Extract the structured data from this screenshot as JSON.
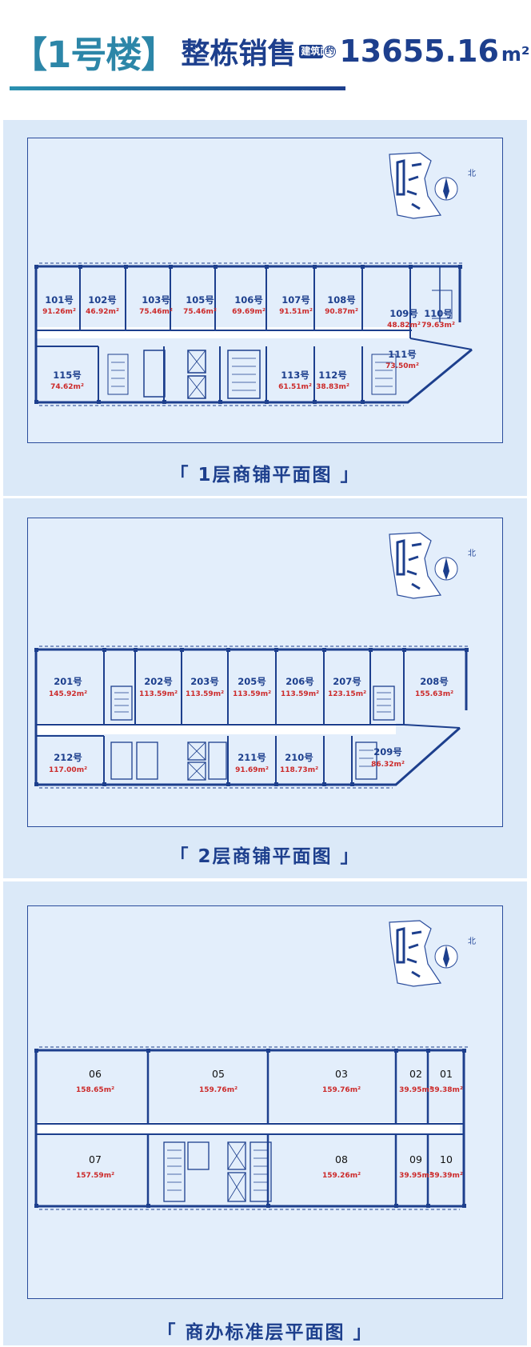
{
  "header": {
    "bracket_open": "【",
    "building": "1号楼",
    "bracket_close": "】",
    "sale_text": "整栋销售",
    "area_label": "建筑面积",
    "approx": "约",
    "area_value": "13655.16",
    "area_unit": "m²",
    "accent_color": "#2c86a8",
    "primary_color": "#1d3f8d"
  },
  "compass_label": "北",
  "floors": [
    {
      "title": "「 1层商铺平面图 」",
      "rooms": [
        {
          "no": "101号",
          "area": "91.26m²"
        },
        {
          "no": "102号",
          "area": "46.92m²"
        },
        {
          "no": "103号",
          "area": "75.46m²"
        },
        {
          "no": "105号",
          "area": "75.46m²"
        },
        {
          "no": "106号",
          "area": "69.69m²"
        },
        {
          "no": "107号",
          "area": "91.51m²"
        },
        {
          "no": "108号",
          "area": "90.87m²"
        },
        {
          "no": "109号",
          "area": "48.82m²"
        },
        {
          "no": "110号",
          "area": "79.63m²"
        },
        {
          "no": "111号",
          "area": "73.50m²"
        },
        {
          "no": "113号",
          "area": "61.51m²"
        },
        {
          "no": "112号",
          "area": "38.83m²"
        },
        {
          "no": "115号",
          "area": "74.62m²"
        }
      ]
    },
    {
      "title": "「 2层商铺平面图 」",
      "rooms": [
        {
          "no": "201号",
          "area": "145.92m²"
        },
        {
          "no": "202号",
          "area": "113.59m²"
        },
        {
          "no": "203号",
          "area": "113.59m²"
        },
        {
          "no": "205号",
          "area": "113.59m²"
        },
        {
          "no": "206号",
          "area": "113.59m²"
        },
        {
          "no": "207号",
          "area": "123.15m²"
        },
        {
          "no": "208号",
          "area": "155.63m²"
        },
        {
          "no": "212号",
          "area": "117.00m²"
        },
        {
          "no": "211号",
          "area": "91.69m²"
        },
        {
          "no": "210号",
          "area": "118.73m²"
        },
        {
          "no": "209号",
          "area": "86.32m²"
        }
      ]
    },
    {
      "title": "「 商办标准层平面图 」",
      "rooms": [
        {
          "no": "06",
          "area": "158.65m²"
        },
        {
          "no": "05",
          "area": "159.76m²"
        },
        {
          "no": "03",
          "area": "159.76m²"
        },
        {
          "no": "02",
          "area": "39.95m²"
        },
        {
          "no": "01",
          "area": "39.38m²"
        },
        {
          "no": "07",
          "area": "157.59m²"
        },
        {
          "no": "08",
          "area": "159.26m²"
        },
        {
          "no": "09",
          "area": "39.95m²"
        },
        {
          "no": "10",
          "area": "39.39m²"
        }
      ]
    }
  ]
}
